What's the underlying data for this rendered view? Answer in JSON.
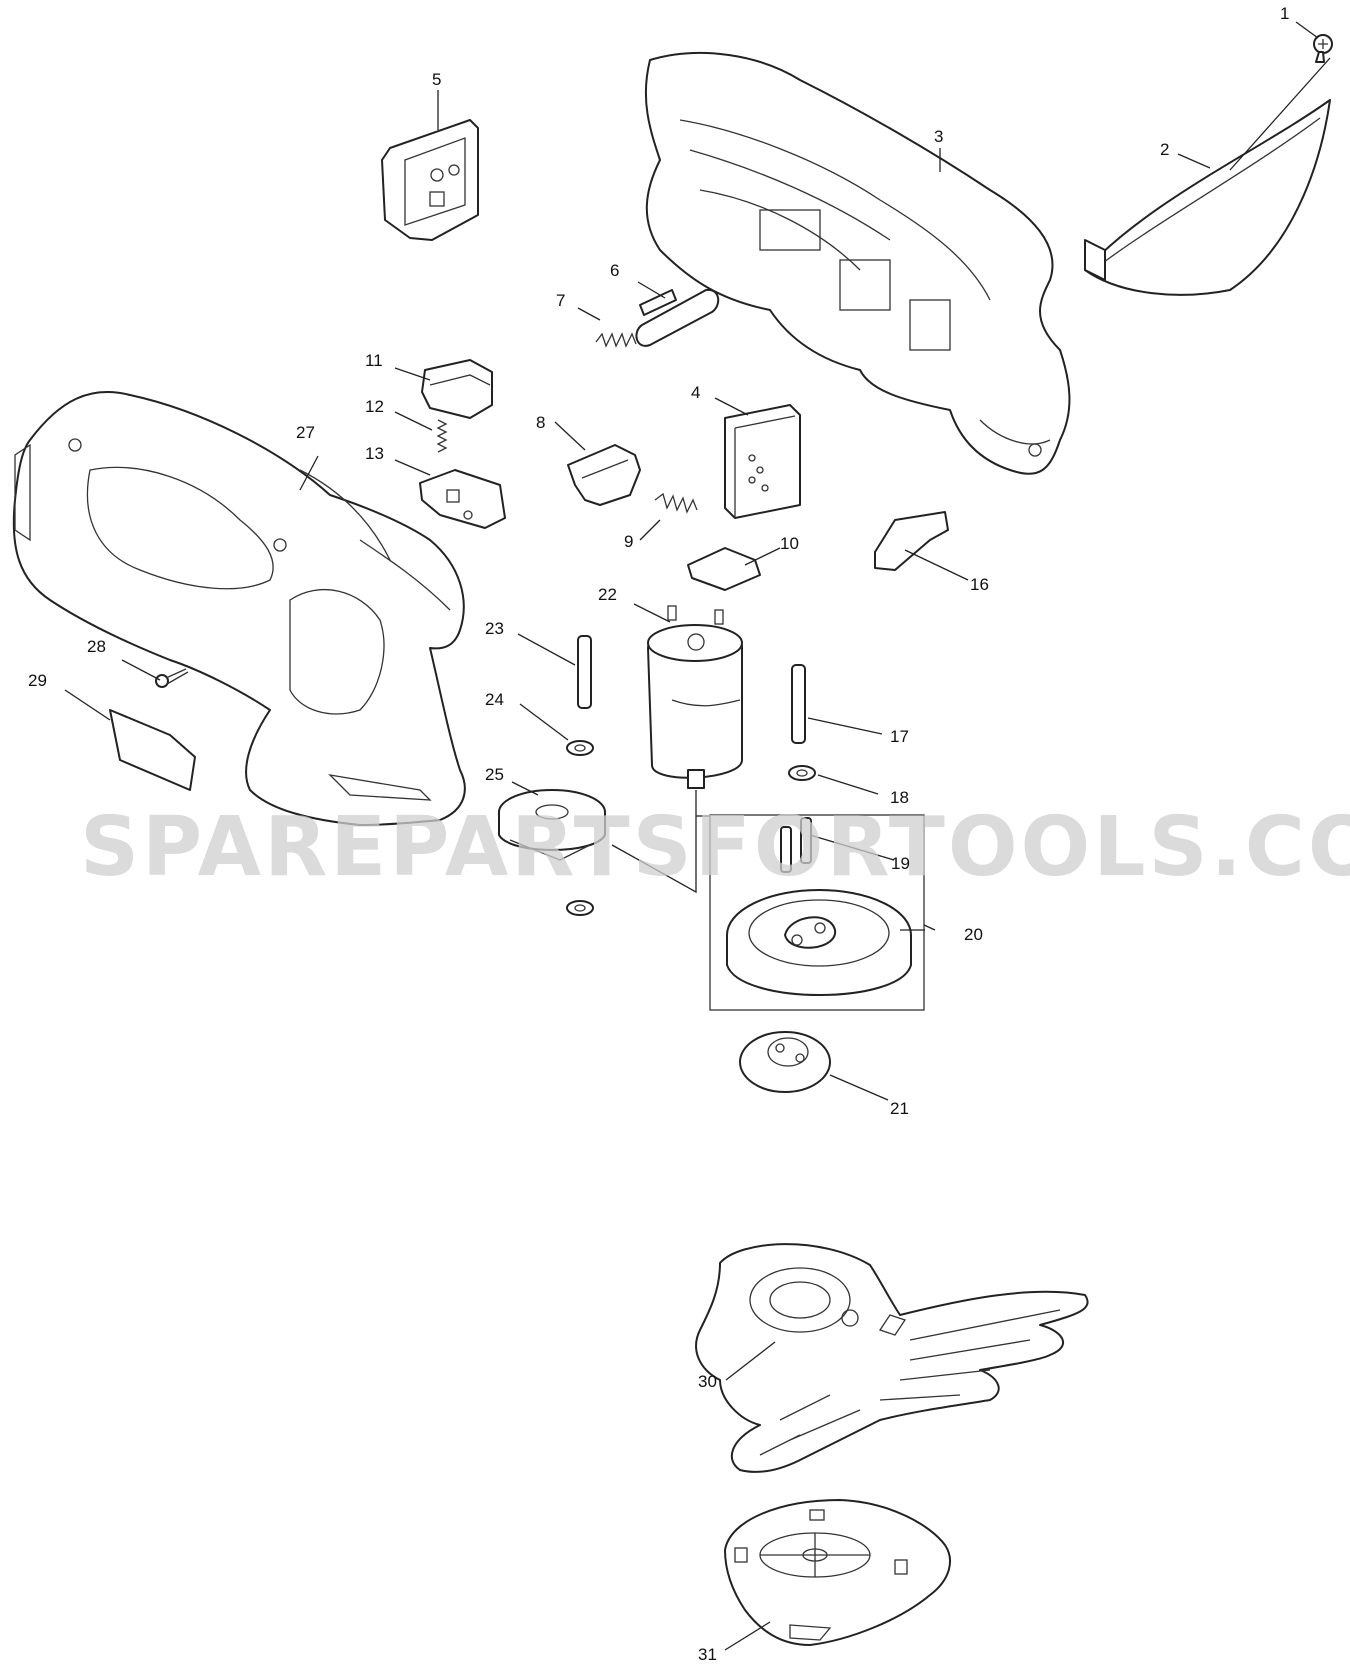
{
  "watermark": "SPAREPARTSFORTOOLS.COM.AU",
  "callouts": {
    "p1": "1",
    "p2": "2",
    "p3": "3",
    "p4": "4",
    "p5": "5",
    "p6": "6",
    "p7": "7",
    "p8": "8",
    "p9": "9",
    "p10": "10",
    "p11": "11",
    "p12": "12",
    "p13": "13",
    "p16": "16",
    "p17": "17",
    "p18": "18",
    "p19": "19",
    "p20": "20",
    "p21": "21",
    "p22": "22",
    "p23": "23",
    "p24": "24",
    "p25": "25",
    "p27": "27",
    "p28": "28",
    "p29": "29",
    "p30": "30",
    "p31": "31"
  },
  "colors": {
    "line": "#222222",
    "watermark": "#cfcfcf",
    "background": "#ffffff"
  }
}
